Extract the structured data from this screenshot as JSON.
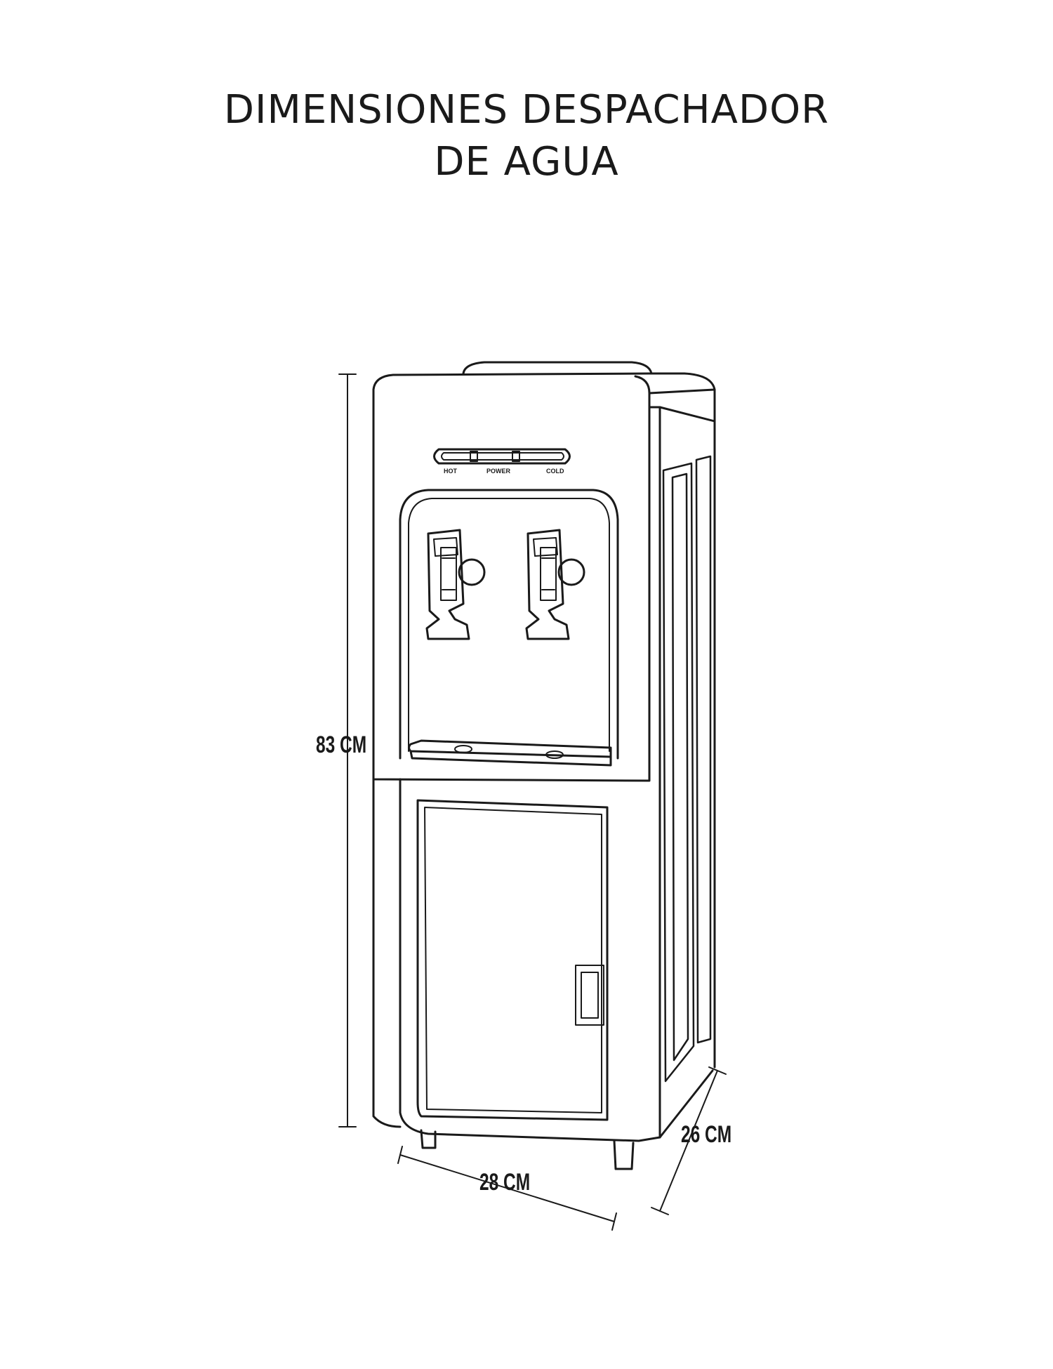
{
  "title": {
    "line1": "DIMENSIONES DESPACHADOR",
    "line2": "DE AGUA"
  },
  "dimensions": {
    "height": "83 CM",
    "width": "28 CM",
    "depth": "26 CM"
  },
  "control_panel": {
    "hot": "HOT",
    "power": "POWER",
    "cold": "COLD"
  },
  "colors": {
    "line": "#1a1a1a",
    "background": "#ffffff"
  }
}
